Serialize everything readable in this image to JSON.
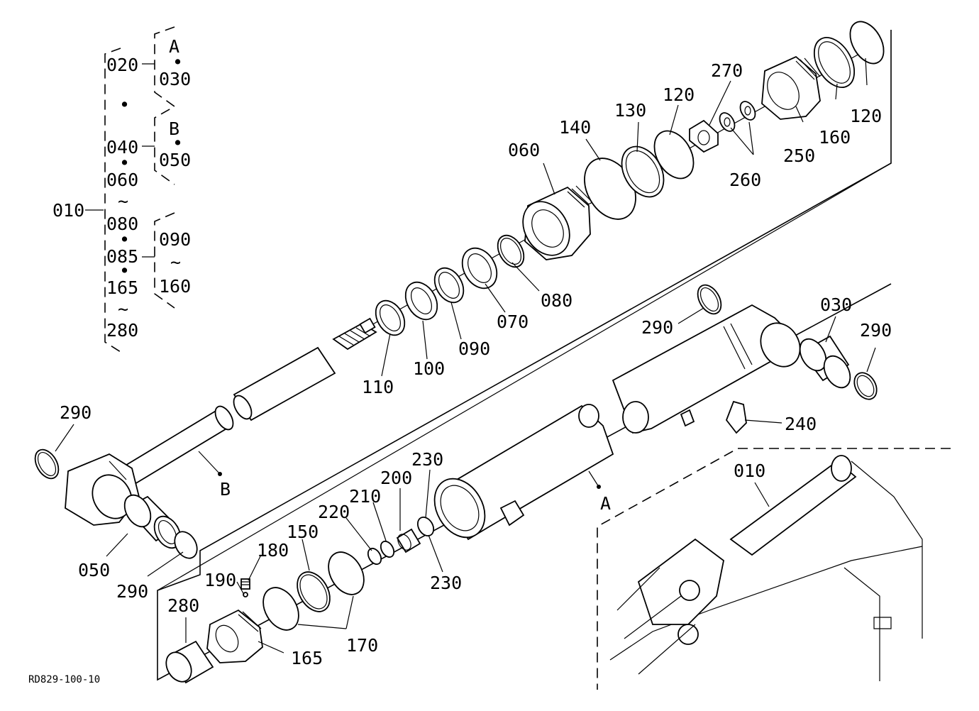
{
  "drawing_code": "RD829-100-10",
  "legend": {
    "assembly": "010",
    "rows": [
      "020",
      "040",
      "060",
      "080",
      "085",
      "165",
      "280"
    ],
    "group_a": {
      "letter": "A",
      "part": "030"
    },
    "group_b": {
      "letter": "B",
      "part": "050"
    },
    "group_c": {
      "from": "090",
      "to": "160"
    },
    "bullet": "•",
    "tilde": "~"
  },
  "callouts": [
    {
      "id": "p120_top",
      "text": "120"
    },
    {
      "id": "p160_top",
      "text": "160"
    },
    {
      "id": "p250",
      "text": "250"
    },
    {
      "id": "p270",
      "text": "270"
    },
    {
      "id": "p260",
      "text": "260"
    },
    {
      "id": "p120_mid",
      "text": "120"
    },
    {
      "id": "p130",
      "text": "130"
    },
    {
      "id": "p140",
      "text": "140"
    },
    {
      "id": "p060",
      "text": "060"
    },
    {
      "id": "p080",
      "text": "080"
    },
    {
      "id": "p070",
      "text": "070"
    },
    {
      "id": "p090",
      "text": "090"
    },
    {
      "id": "p100",
      "text": "100"
    },
    {
      "id": "p110",
      "text": "110"
    },
    {
      "id": "p290_a",
      "text": "290"
    },
    {
      "id": "p030",
      "text": "030"
    },
    {
      "id": "p290_b",
      "text": "290"
    },
    {
      "id": "p240",
      "text": "240"
    },
    {
      "id": "p290_c",
      "text": "290"
    },
    {
      "id": "pB",
      "text": "B"
    },
    {
      "id": "p050",
      "text": "050"
    },
    {
      "id": "p290_d",
      "text": "290"
    },
    {
      "id": "pA",
      "text": "A"
    },
    {
      "id": "p230_top",
      "text": "230"
    },
    {
      "id": "p200",
      "text": "200"
    },
    {
      "id": "p210",
      "text": "210"
    },
    {
      "id": "p220",
      "text": "220"
    },
    {
      "id": "p230_bot",
      "text": "230"
    },
    {
      "id": "p150",
      "text": "150"
    },
    {
      "id": "p180",
      "text": "180"
    },
    {
      "id": "p190",
      "text": "190"
    },
    {
      "id": "p280",
      "text": "280"
    },
    {
      "id": "p165",
      "text": "165"
    },
    {
      "id": "p170",
      "text": "170"
    },
    {
      "id": "p010_inset",
      "text": "010"
    }
  ]
}
